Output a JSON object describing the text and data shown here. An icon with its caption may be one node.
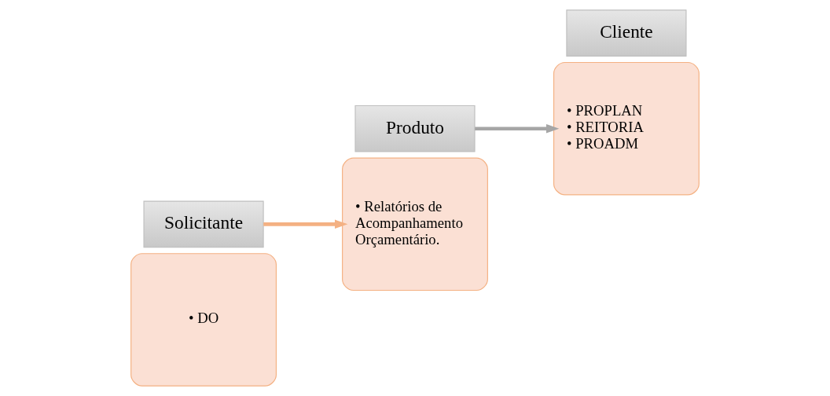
{
  "diagram": {
    "nodes": [
      {
        "text": [
          "• DO"
        ]
      },
      {
        "text": [
          "Solicitante"
        ]
      },
      {
        "text": [
          "Produto"
        ]
      },
      {
        "text": [
          "• Relatórios de Acompanhamento Orçamentário."
        ]
      },
      {
        "text": [
          "• PROPLAN",
          "• REITORIA",
          "• PROADM"
        ]
      },
      {
        "text": [
          "Cliente"
        ]
      }
    ],
    "edges": [
      {
        "from": 1,
        "to": 3,
        "arrow": "to",
        "color": "#f4b183"
      },
      {
        "from": 2,
        "to": 4,
        "arrow": "to",
        "color": "#a6a6a6"
      }
    ]
  }
}
